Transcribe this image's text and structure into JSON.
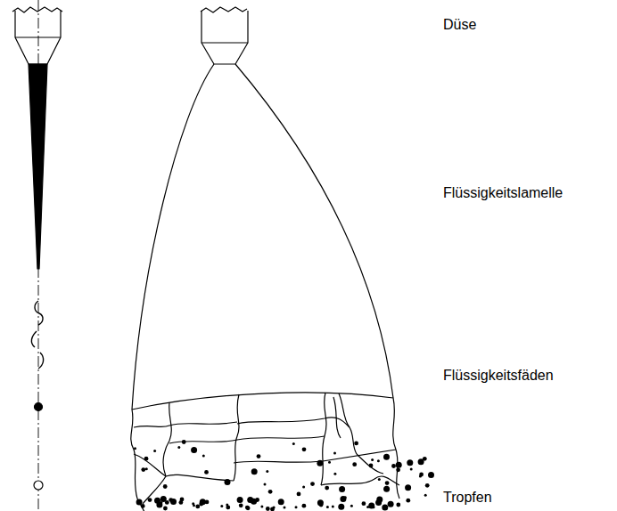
{
  "diagram": {
    "labels": [
      "Düse",
      "Flüssigkeitslamelle",
      "Flüssigkeitsfäden",
      "Tropfen"
    ]
  }
}
